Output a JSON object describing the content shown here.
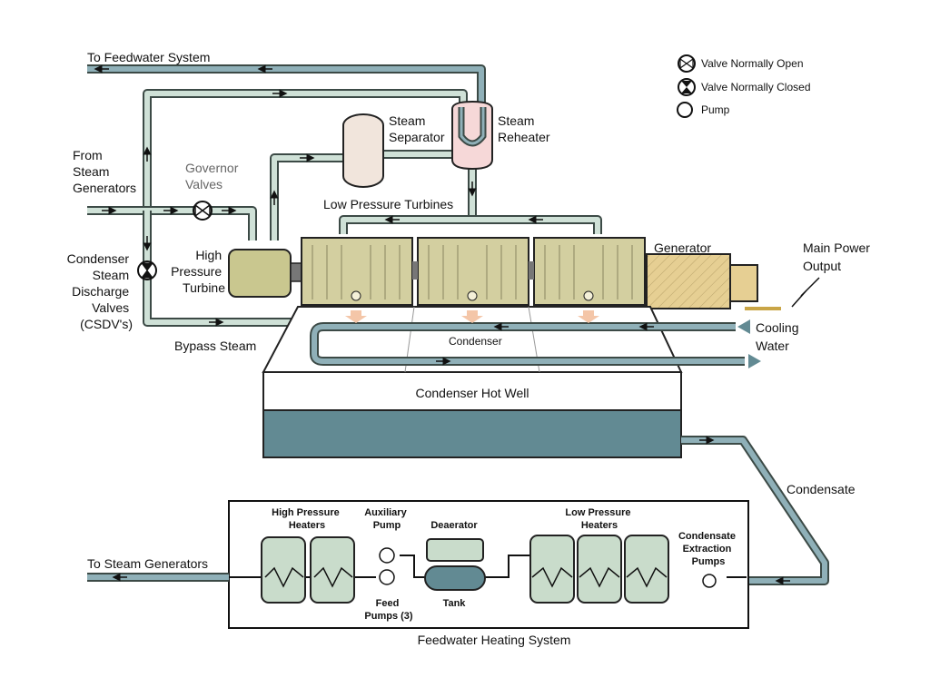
{
  "labels": {
    "to_feedwater_system": "To Feedwater System",
    "from_steam_generators": [
      "From",
      "Steam",
      "Generators"
    ],
    "governor_valves": [
      "Governor",
      "Valves"
    ],
    "steam_separator": [
      "Steam",
      "Separator"
    ],
    "steam_reheater": [
      "Steam",
      "Reheater"
    ],
    "low_pressure_turbines": "Low Pressure Turbines",
    "high_pressure_turbine": [
      "High",
      "Pressure",
      "Turbine"
    ],
    "condenser_steam_discharge_valves": [
      "Condenser",
      "Steam",
      "Discharge",
      "Valves",
      "(CSDV's)"
    ],
    "bypass_steam": "Bypass Steam",
    "generator": "Generator",
    "main_power_output": [
      "Main Power",
      "Output"
    ],
    "cooling_water": [
      "Cooling",
      "Water"
    ],
    "condenser": "Condenser",
    "condenser_hot_well": "Condenser Hot Well",
    "condensate": "Condensate",
    "to_steam_generators": "To Steam Generators",
    "high_pressure_heaters": [
      "High Pressure",
      "Heaters"
    ],
    "auxiliary_pump": [
      "Auxiliary",
      "Pump"
    ],
    "deaerator": "Deaerator",
    "tank": "Tank",
    "feed_pumps": [
      "Feed",
      "Pumps (3)"
    ],
    "low_pressure_heaters": [
      "Low Pressure",
      "Heaters"
    ],
    "condensate_extraction_pumps": [
      "Condensate",
      "Extraction",
      "Pumps"
    ],
    "feedwater_heating_system": "Feedwater Heating System"
  },
  "legend": {
    "valve_open": "Valve Normally Open",
    "valve_closed": "Valve Normally Closed",
    "pump": "Pump"
  },
  "colors": {
    "pipe_outline": "#3c4a46",
    "steam_pipe": "#cfe1d7",
    "water_pipe": "#8fb0b8",
    "turbine": "#d3cfa0",
    "generator": "#e6cf93",
    "reheater": "#f6d8d8",
    "separator": "#f1e5dc",
    "hot_well_water": "#628a93",
    "heater": "#c9dccb"
  }
}
